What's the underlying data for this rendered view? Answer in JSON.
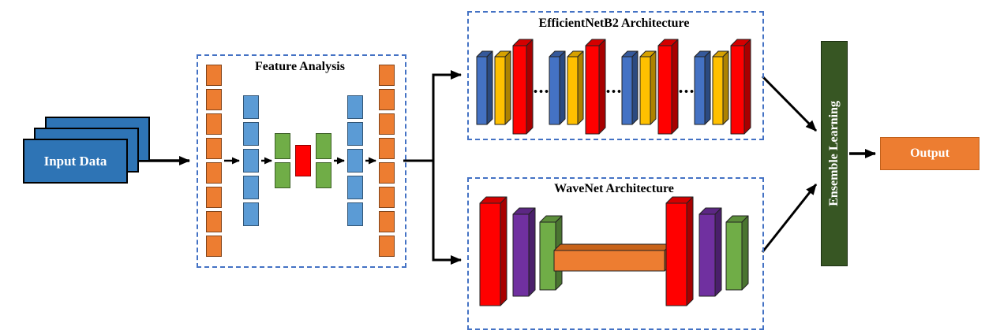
{
  "input": {
    "label": "Input Data"
  },
  "feature": {
    "title": "Feature Analysis"
  },
  "efficientnet": {
    "title": "EfficientNetB2 Architecture",
    "separator": "..."
  },
  "wavenet": {
    "title": "WaveNet Architecture"
  },
  "ensemble": {
    "label": "Ensemble Learning"
  },
  "output": {
    "label": "Output"
  },
  "colors": {
    "input_blue": "#2E74B5",
    "dashed_border_blue": "#4472C4",
    "block_orange": "#ED7D31",
    "block_blue": "#5B9BD5",
    "block_green": "#70AD47",
    "block_red": "#FF0000",
    "slab_blue": "#4472C4",
    "slab_yellow": "#FFC000",
    "slab_red": "#FF0000",
    "slab_purple": "#7030A0",
    "slab_green": "#70AD47",
    "bar_orange": "#ED7D31",
    "ensemble_dark_green": "#375623",
    "arrow_black": "#000000"
  }
}
